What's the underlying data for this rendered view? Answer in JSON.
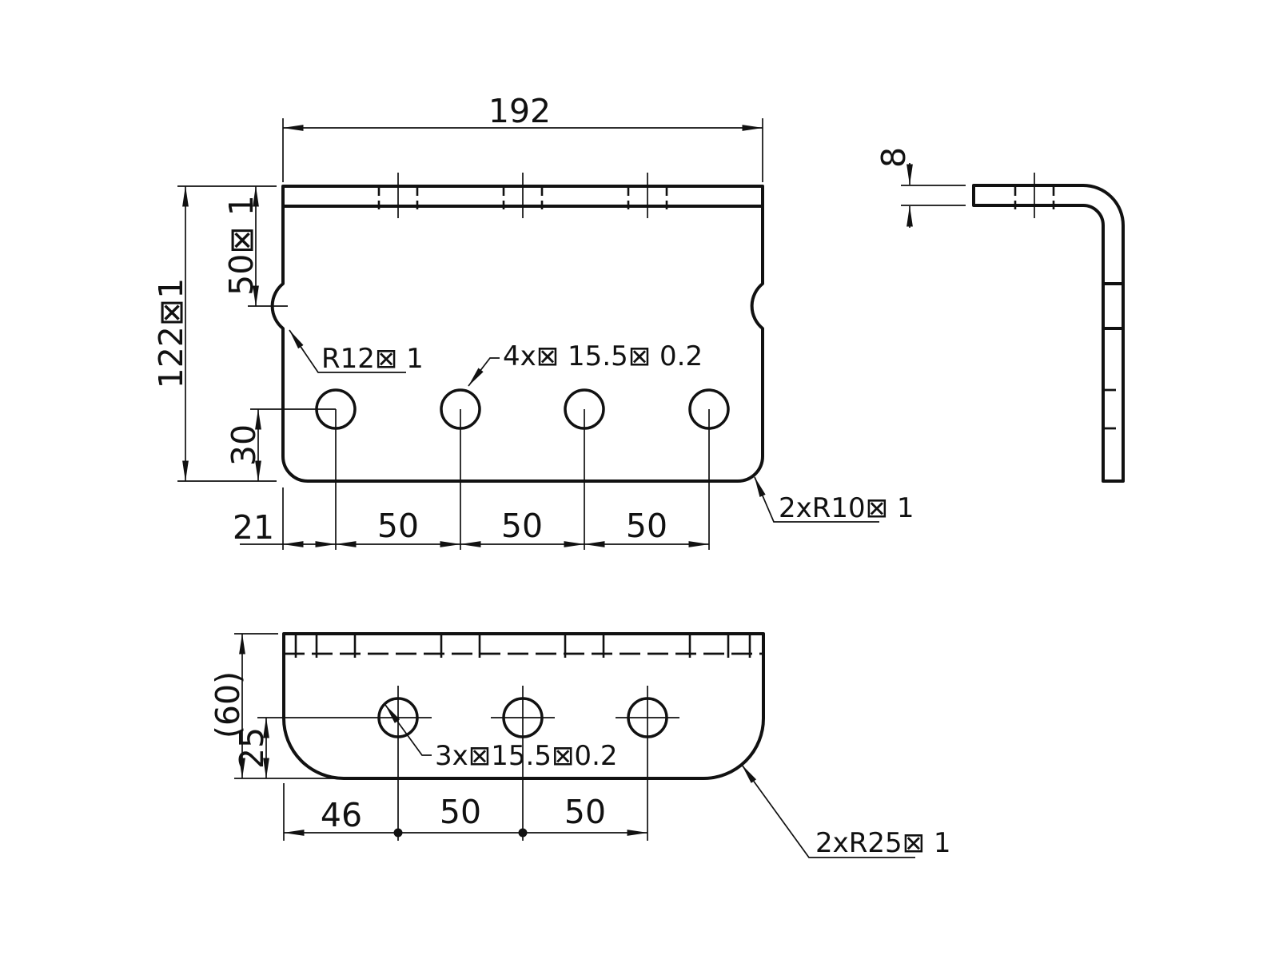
{
  "drawing": {
    "front_view": {
      "width_dim": "192",
      "height_dim": "122⊠1",
      "notch_offset_dim": "50⊠ 1",
      "hole_offset_dim": "30",
      "chain": {
        "0": "21",
        "1": "50",
        "2": "50",
        "3": "50"
      },
      "notch_label": "R12⊠ 1",
      "holes_label": "4x⊠ 15.5⊠ 0.2",
      "corner_label": "2xR10⊠ 1"
    },
    "side_view": {
      "thickness_dim": "8"
    },
    "bottom_view": {
      "height_dim": "(60)",
      "hole_offset_dim": "25",
      "chain": {
        "0": "46",
        "1": "50",
        "2": "50"
      },
      "holes_label": "3x⊠15.5⊠0.2",
      "corner_label": "2xR25⊠ 1"
    },
    "colors": {
      "line": "#111111",
      "background": "#ffffff"
    }
  }
}
